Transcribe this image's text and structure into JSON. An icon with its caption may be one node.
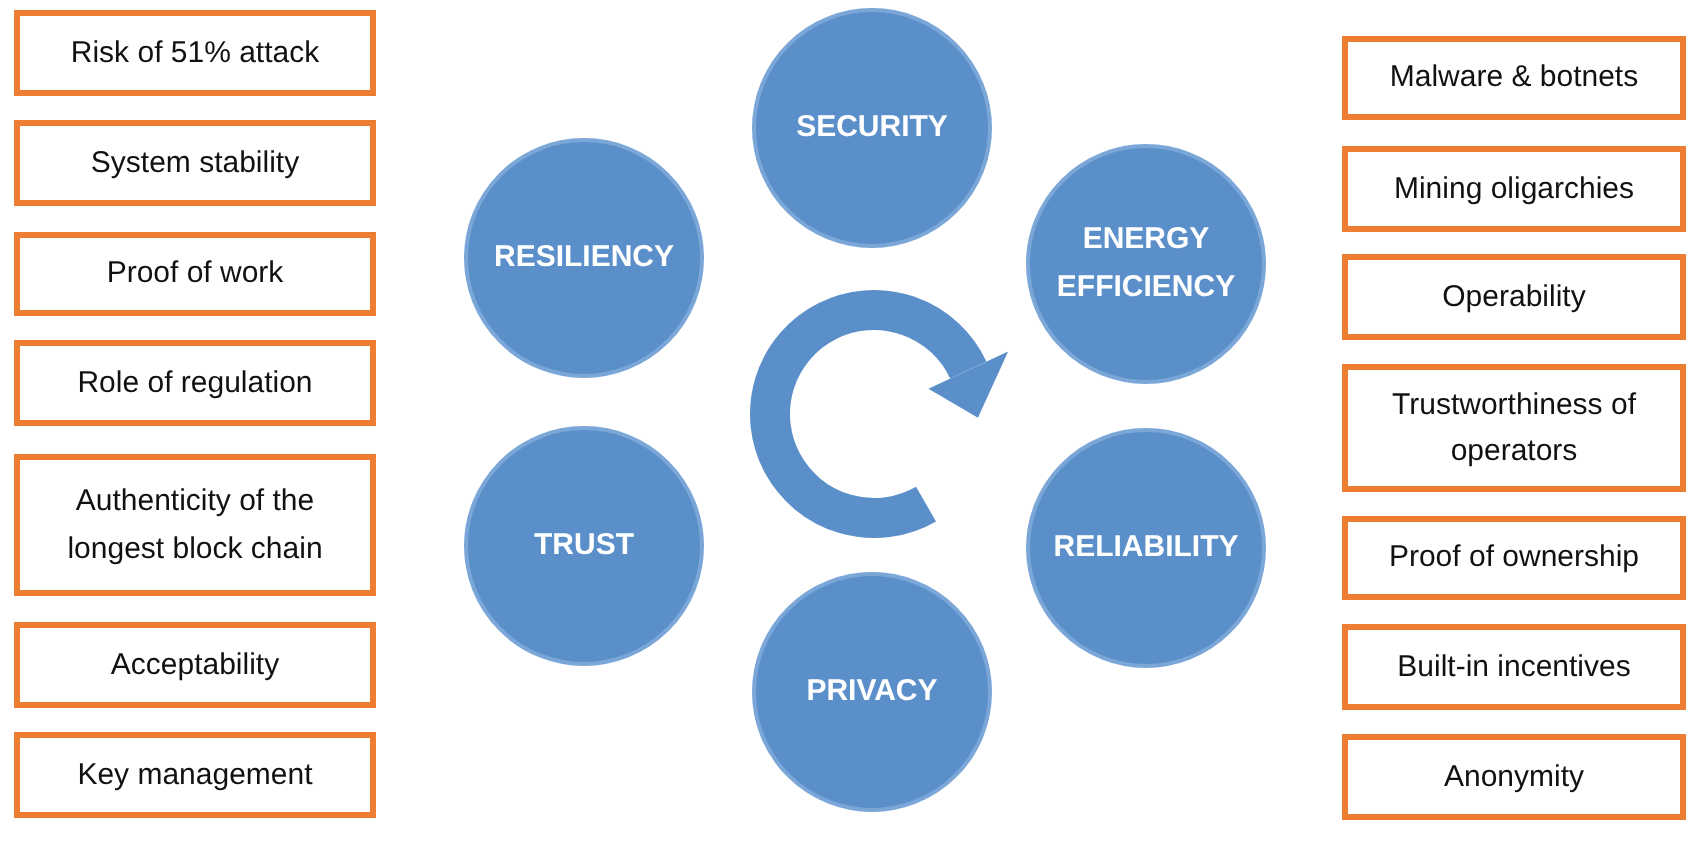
{
  "diagram": {
    "nodes": [
      {
        "text": [
          "Risk of 51% attack"
        ]
      },
      {
        "text": [
          "System stability"
        ]
      },
      {
        "text": [
          "Proof of work"
        ]
      },
      {
        "text": [
          "Role of regulation"
        ]
      },
      {
        "text": [
          "Authenticity of the longest block chain"
        ]
      },
      {
        "text": [
          "Acceptability"
        ]
      },
      {
        "text": [
          "Key management"
        ]
      },
      {
        "text": [
          "SECURITY"
        ]
      },
      {
        "text": [
          "RESILIENCY"
        ]
      },
      {
        "text": [
          "ENERGY EFFICIENCY"
        ]
      },
      {
        "text": [
          "TRUST"
        ]
      },
      {
        "text": [
          "RELIABILITY"
        ]
      },
      {
        "text": [
          "PRIVACY"
        ]
      },
      {
        "text": [
          "Malware & botnets"
        ]
      },
      {
        "text": [
          "Mining oligarchies"
        ]
      },
      {
        "text": [
          "Operability"
        ]
      },
      {
        "text": [
          "Trustworthiness of operators"
        ]
      },
      {
        "text": [
          "Proof of ownership"
        ]
      },
      {
        "text": [
          "Built-in incentives"
        ]
      },
      {
        "text": [
          "Anonymity"
        ]
      }
    ]
  }
}
